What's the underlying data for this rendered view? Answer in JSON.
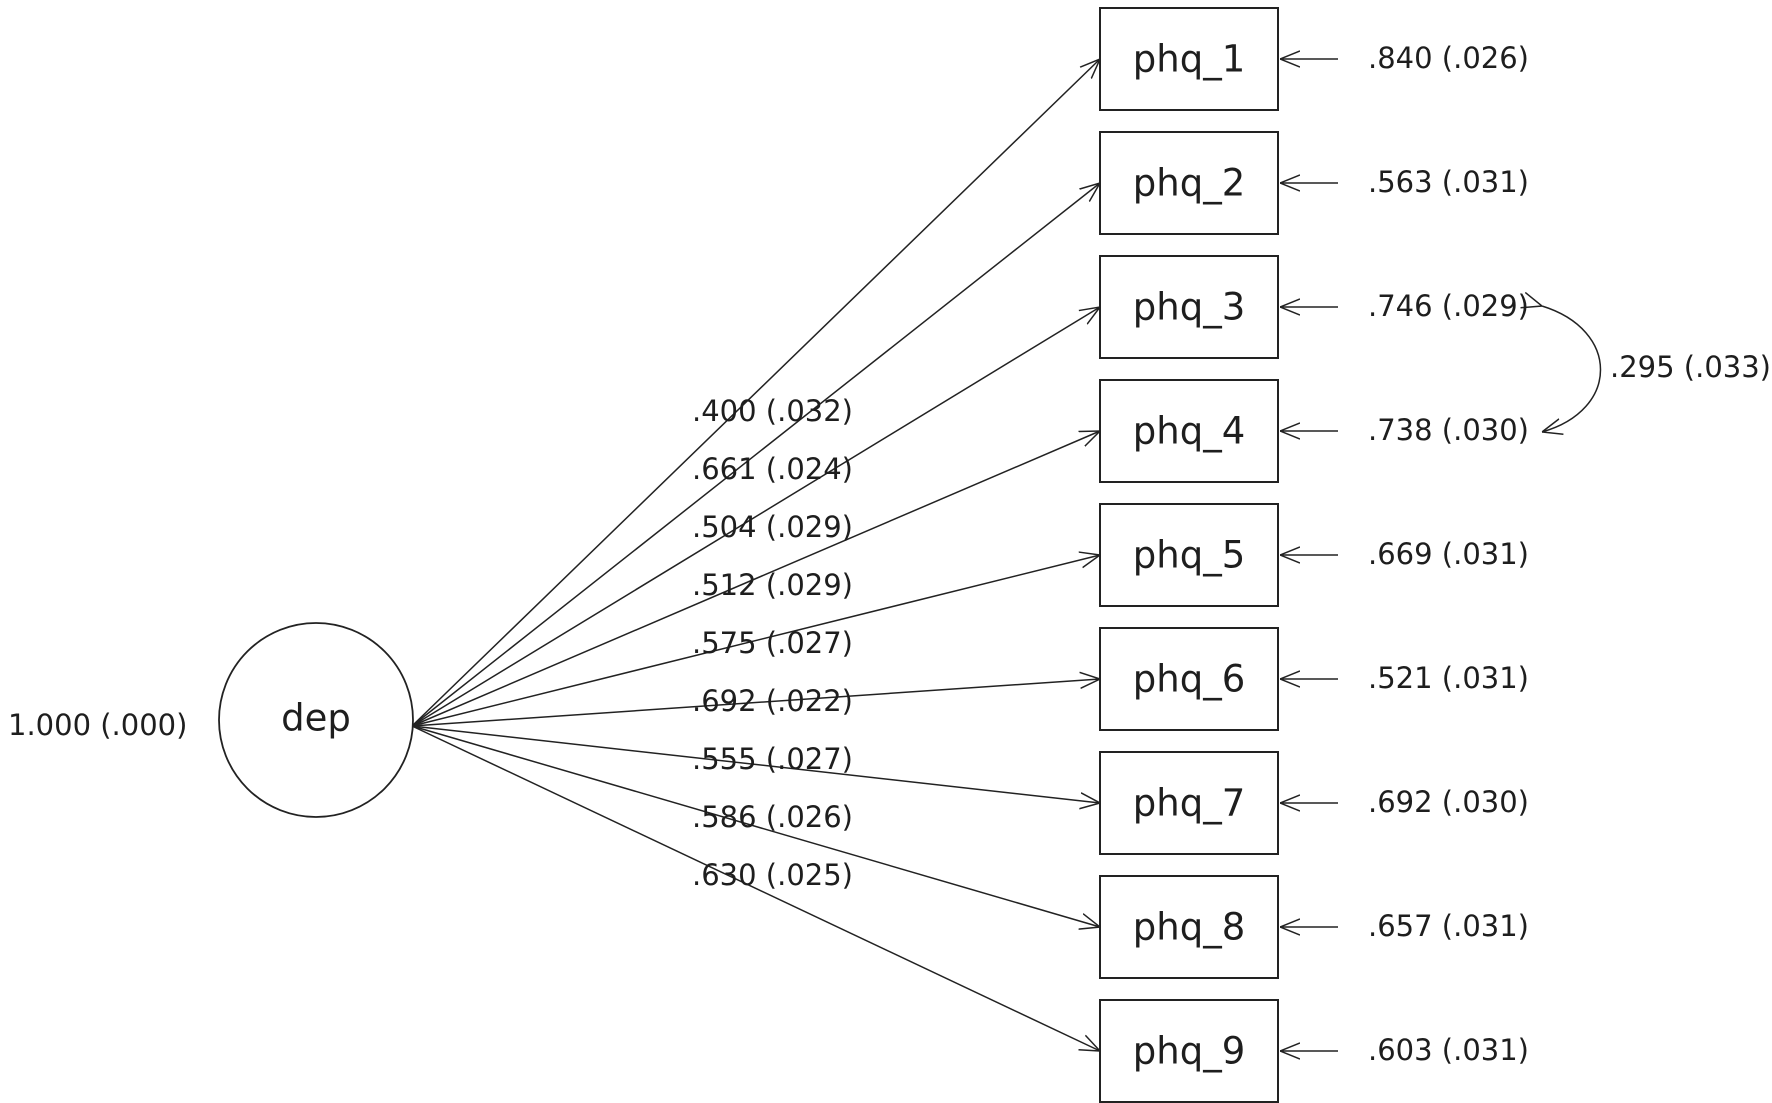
{
  "latent": {
    "label": "dep",
    "variance_label": "1.000 (.000)"
  },
  "indicators": [
    {
      "label": "phq_1",
      "loading_label": ".400 (.032)",
      "residual_label": ".840 (.026)"
    },
    {
      "label": "phq_2",
      "loading_label": ".661 (.024)",
      "residual_label": ".563 (.031)"
    },
    {
      "label": "phq_3",
      "loading_label": ".504 (.029)",
      "residual_label": ".746 (.029)"
    },
    {
      "label": "phq_4",
      "loading_label": ".512 (.029)",
      "residual_label": ".738 (.030)"
    },
    {
      "label": "phq_5",
      "loading_label": ".575 (.027)",
      "residual_label": ".669 (.031)"
    },
    {
      "label": "phq_6",
      "loading_label": ".692 (.022)",
      "residual_label": ".521 (.031)"
    },
    {
      "label": "phq_7",
      "loading_label": ".555 (.027)",
      "residual_label": ".692 (.030)"
    },
    {
      "label": "phq_8",
      "loading_label": ".586 (.026)",
      "residual_label": ".657 (.031)"
    },
    {
      "label": "phq_9",
      "loading_label": ".630 (.025)",
      "residual_label": ".603 (.031)"
    }
  ],
  "residual_covariance": {
    "between": [
      "phq_3",
      "phq_4"
    ],
    "label": ".295 (.033)"
  },
  "colors": {
    "stroke": "#222222",
    "text": "#1e1e1e",
    "background": "#ffffff"
  }
}
